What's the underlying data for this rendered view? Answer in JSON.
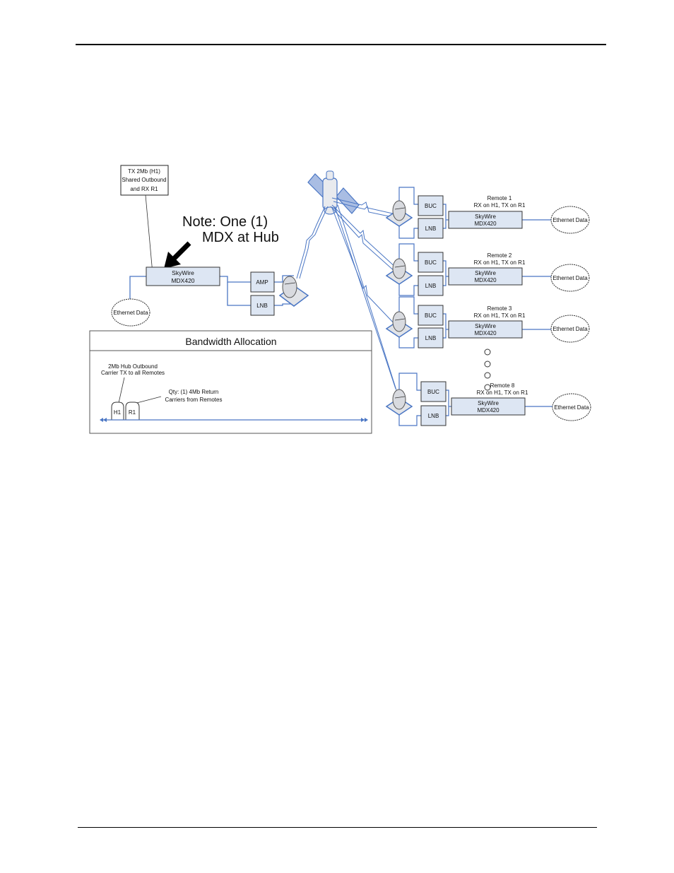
{
  "colors": {
    "link": "#4a76c4",
    "box_fill": "#dde6f3",
    "box_stroke": "#333333",
    "dish_fill": "#e2e4e8",
    "satellite_panel": "#a9bde3"
  },
  "hub": {
    "callout": [
      "TX 2Mb (H1)",
      "Shared Outbound",
      "and RX R1"
    ],
    "note": [
      "Note: One (1)",
      "MDX at Hub"
    ],
    "modem": [
      "SkyWire",
      "MDX420"
    ],
    "amp_label": "AMP",
    "lnb_label": "LNB",
    "ethernet_label": "Ethernet Data"
  },
  "bandwidth": {
    "title": "Bandwidth Allocation",
    "outbound_note": [
      "2Mb Hub Outbound",
      "Carrier TX to all Remotes"
    ],
    "return_note": [
      "Qty: (1) 4Mb Return",
      "Carriers from Remotes"
    ],
    "carriers": [
      "H1",
      "R1"
    ]
  },
  "remotes": [
    {
      "name": "Remote 1",
      "desc": "RX on H1, TX on R1",
      "modem": [
        "SkyWire",
        "MDX420"
      ],
      "buc": "BUC",
      "lnb": "LNB",
      "ethernet": "Ethernet Data"
    },
    {
      "name": "Remote 2",
      "desc": "RX on H1, TX on R1",
      "modem": [
        "SkyWire",
        "MDX420"
      ],
      "buc": "BUC",
      "lnb": "LNB",
      "ethernet": "Ethernet Data"
    },
    {
      "name": "Remote 3",
      "desc": "RX on H1, TX on R1",
      "modem": [
        "SkyWire",
        "MDX420"
      ],
      "buc": "BUC",
      "lnb": "LNB",
      "ethernet": "Ethernet Data"
    },
    {
      "name": "Remote 8",
      "desc": "RX on H1, TX on R1",
      "modem": [
        "SkyWire",
        "MDX420"
      ],
      "buc": "BUC",
      "lnb": "LNB",
      "ethernet": "Ethernet Data"
    }
  ]
}
